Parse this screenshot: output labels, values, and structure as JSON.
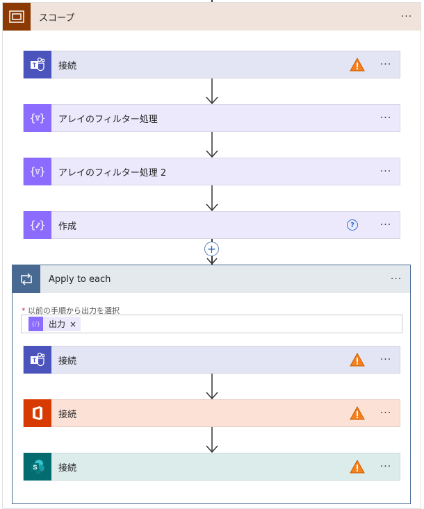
{
  "scope": {
    "title": "スコープ",
    "color": "#8b3a03"
  },
  "steps": [
    {
      "label": "接続",
      "connector": "teams",
      "status": "warning"
    },
    {
      "label": "アレイのフィルター処理",
      "connector": "filter-array"
    },
    {
      "label": "アレイのフィルター処理 2",
      "connector": "filter-array"
    },
    {
      "label": "作成",
      "connector": "compose",
      "status": "help"
    }
  ],
  "apply_to_each": {
    "title": "Apply to each",
    "field_label": "以前の手順から出力を選択",
    "required_mark": "*",
    "token": "出力",
    "token_remove": "×",
    "steps": [
      {
        "label": "接続",
        "connector": "teams",
        "status": "warning"
      },
      {
        "label": "接続",
        "connector": "office365",
        "status": "warning"
      },
      {
        "label": "接続",
        "connector": "sharepoint",
        "status": "warning"
      }
    ]
  },
  "more_label": "···",
  "help_label": "?",
  "add_label": "+"
}
